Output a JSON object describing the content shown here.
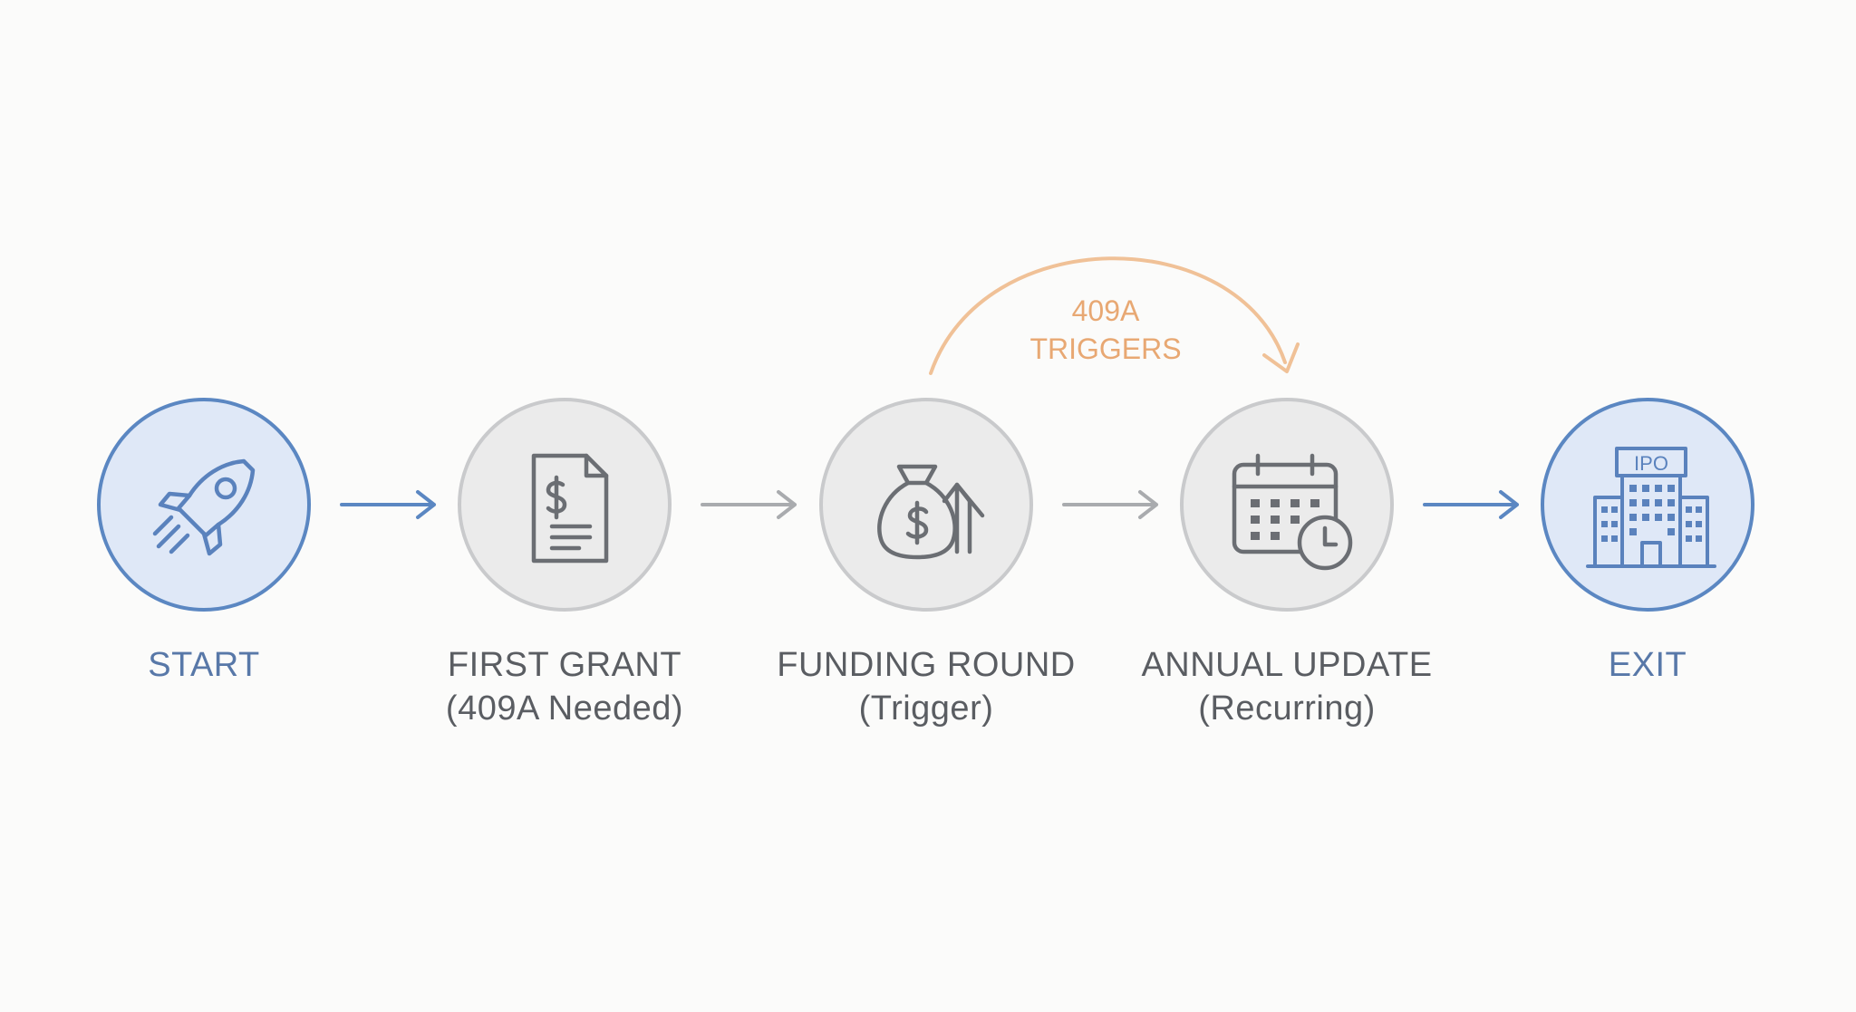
{
  "steps": [
    {
      "title": "START",
      "subtitle": "",
      "icon": "rocket-icon",
      "accent": true
    },
    {
      "title": "FIRST GRANT",
      "subtitle": "(409A Needed)",
      "icon": "document-dollar-icon",
      "accent": false
    },
    {
      "title": "FUNDING ROUND",
      "subtitle": "(Trigger)",
      "icon": "money-bag-arrow-icon",
      "accent": false
    },
    {
      "title": "ANNUAL UPDATE",
      "subtitle": "(Recurring)",
      "icon": "calendar-clock-icon",
      "accent": false
    },
    {
      "title": "EXIT",
      "subtitle": "",
      "icon": "ipo-building-icon",
      "accent": true
    }
  ],
  "trigger": {
    "line1": "409A",
    "line2": "TRIGGERS"
  },
  "ipo_sign": "IPO",
  "colors": {
    "accent_blue": "#5b87c2",
    "accent_fill": "#dfe8f7",
    "neutral_border": "#c9cacc",
    "neutral_fill": "#ebebeb",
    "icon_gray": "#6b6e73",
    "icon_blue": "#5a82bd",
    "trigger_orange": "#e8a873",
    "label_gray": "#5a5d62",
    "label_blue": "#5878a8"
  }
}
